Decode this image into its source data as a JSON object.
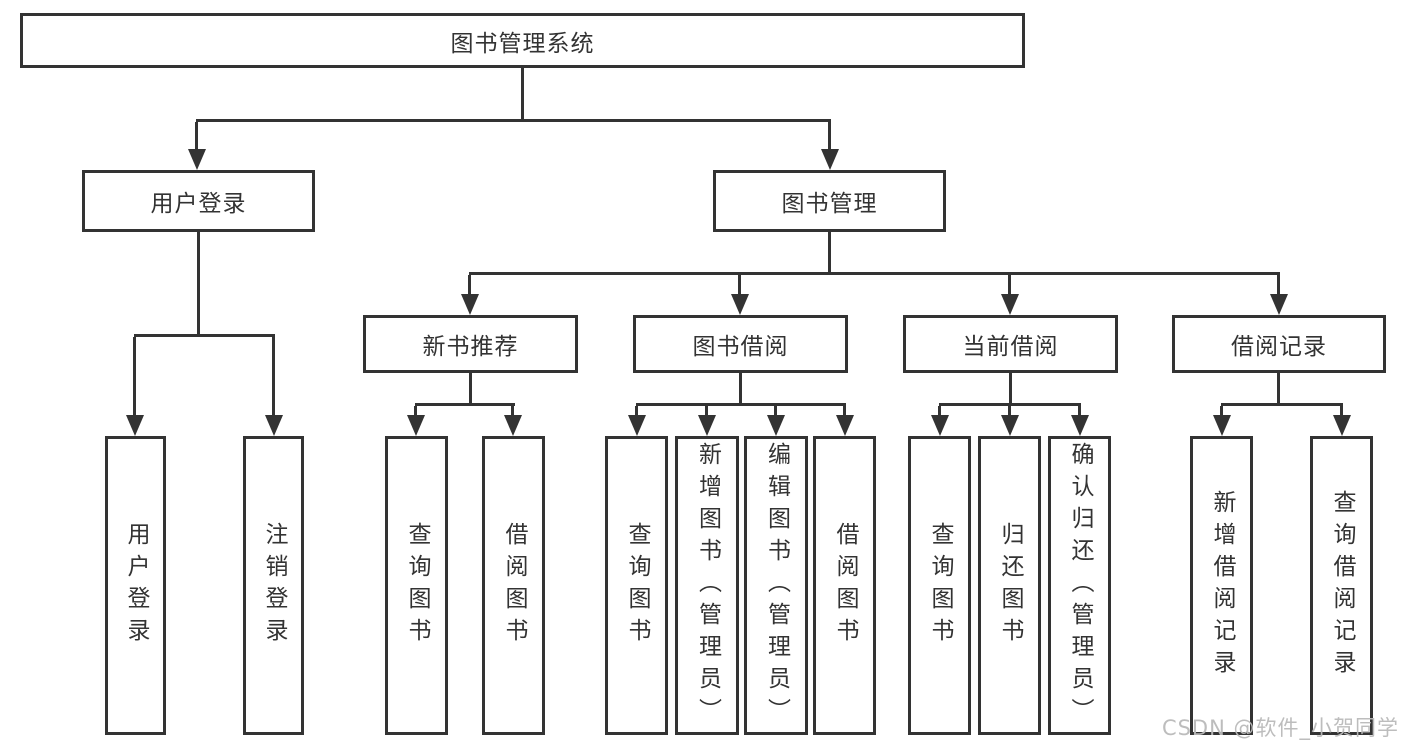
{
  "nodes": {
    "root": "图书管理系统",
    "l2_user_login": "用户登录",
    "l2_book_management": "图书管理",
    "l3_new_book_recommend": "新书推荐",
    "l3_book_borrowing": "图书借阅",
    "l3_current_borrowing": "当前借阅",
    "l3_borrowing_records": "借阅记录",
    "leaf_user_login": "用户登录",
    "leaf_logout": "注销登录",
    "leaf_recommend_query_books": "查询图书",
    "leaf_recommend_borrow_books": "借阅图书",
    "leaf_manage_query_books": "查询图书",
    "leaf_manage_add_books": "新增图书（管理员）",
    "leaf_manage_edit_books": "编辑图书（管理员）",
    "leaf_manage_borrow_books": "借阅图书",
    "leaf_current_query_books": "查询图书",
    "leaf_current_return_books": "归还图书",
    "leaf_current_confirm_return": "确认归还（管理员）",
    "leaf_records_add_record": "新增借阅记录",
    "leaf_records_query_record": "查询借阅记录"
  },
  "watermark": "CSDN @软件_小贺同学",
  "colors": {
    "line": "#333333",
    "text": "#333333",
    "background": "#ffffff",
    "watermark": "#b9b9b9"
  }
}
